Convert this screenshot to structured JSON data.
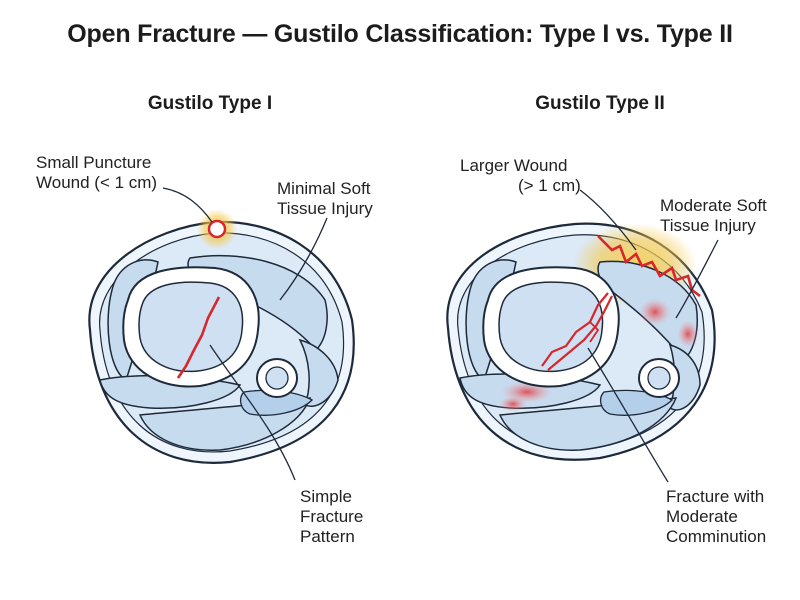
{
  "title": "Open Fracture — Gustilo Classification: Type I vs. Type II",
  "panels": [
    {
      "heading": "Gustilo Type I",
      "labels": {
        "wound": [
          "Small Puncture",
          "Wound (< 1 cm)"
        ],
        "soft_tissue": [
          "Minimal Soft",
          "Tissue Injury"
        ],
        "fracture": [
          "Simple",
          "Fracture",
          "Pattern"
        ]
      }
    },
    {
      "heading": "Gustilo Type II",
      "labels": {
        "wound": [
          "Larger Wound",
          "(> 1 cm)"
        ],
        "soft_tissue": [
          "Moderate Soft",
          "Tissue Injury"
        ],
        "fracture": [
          "Fracture with",
          "Moderate",
          "Comminution"
        ]
      }
    }
  ],
  "colors": {
    "outline": "#1e2a3a",
    "muscle": "#c7dbef",
    "muscle_dark": "#a9c6e6",
    "bone_fill": "#cfe0f2",
    "injury_red": "#d8262a",
    "injury_glow": "#f5c33b"
  }
}
